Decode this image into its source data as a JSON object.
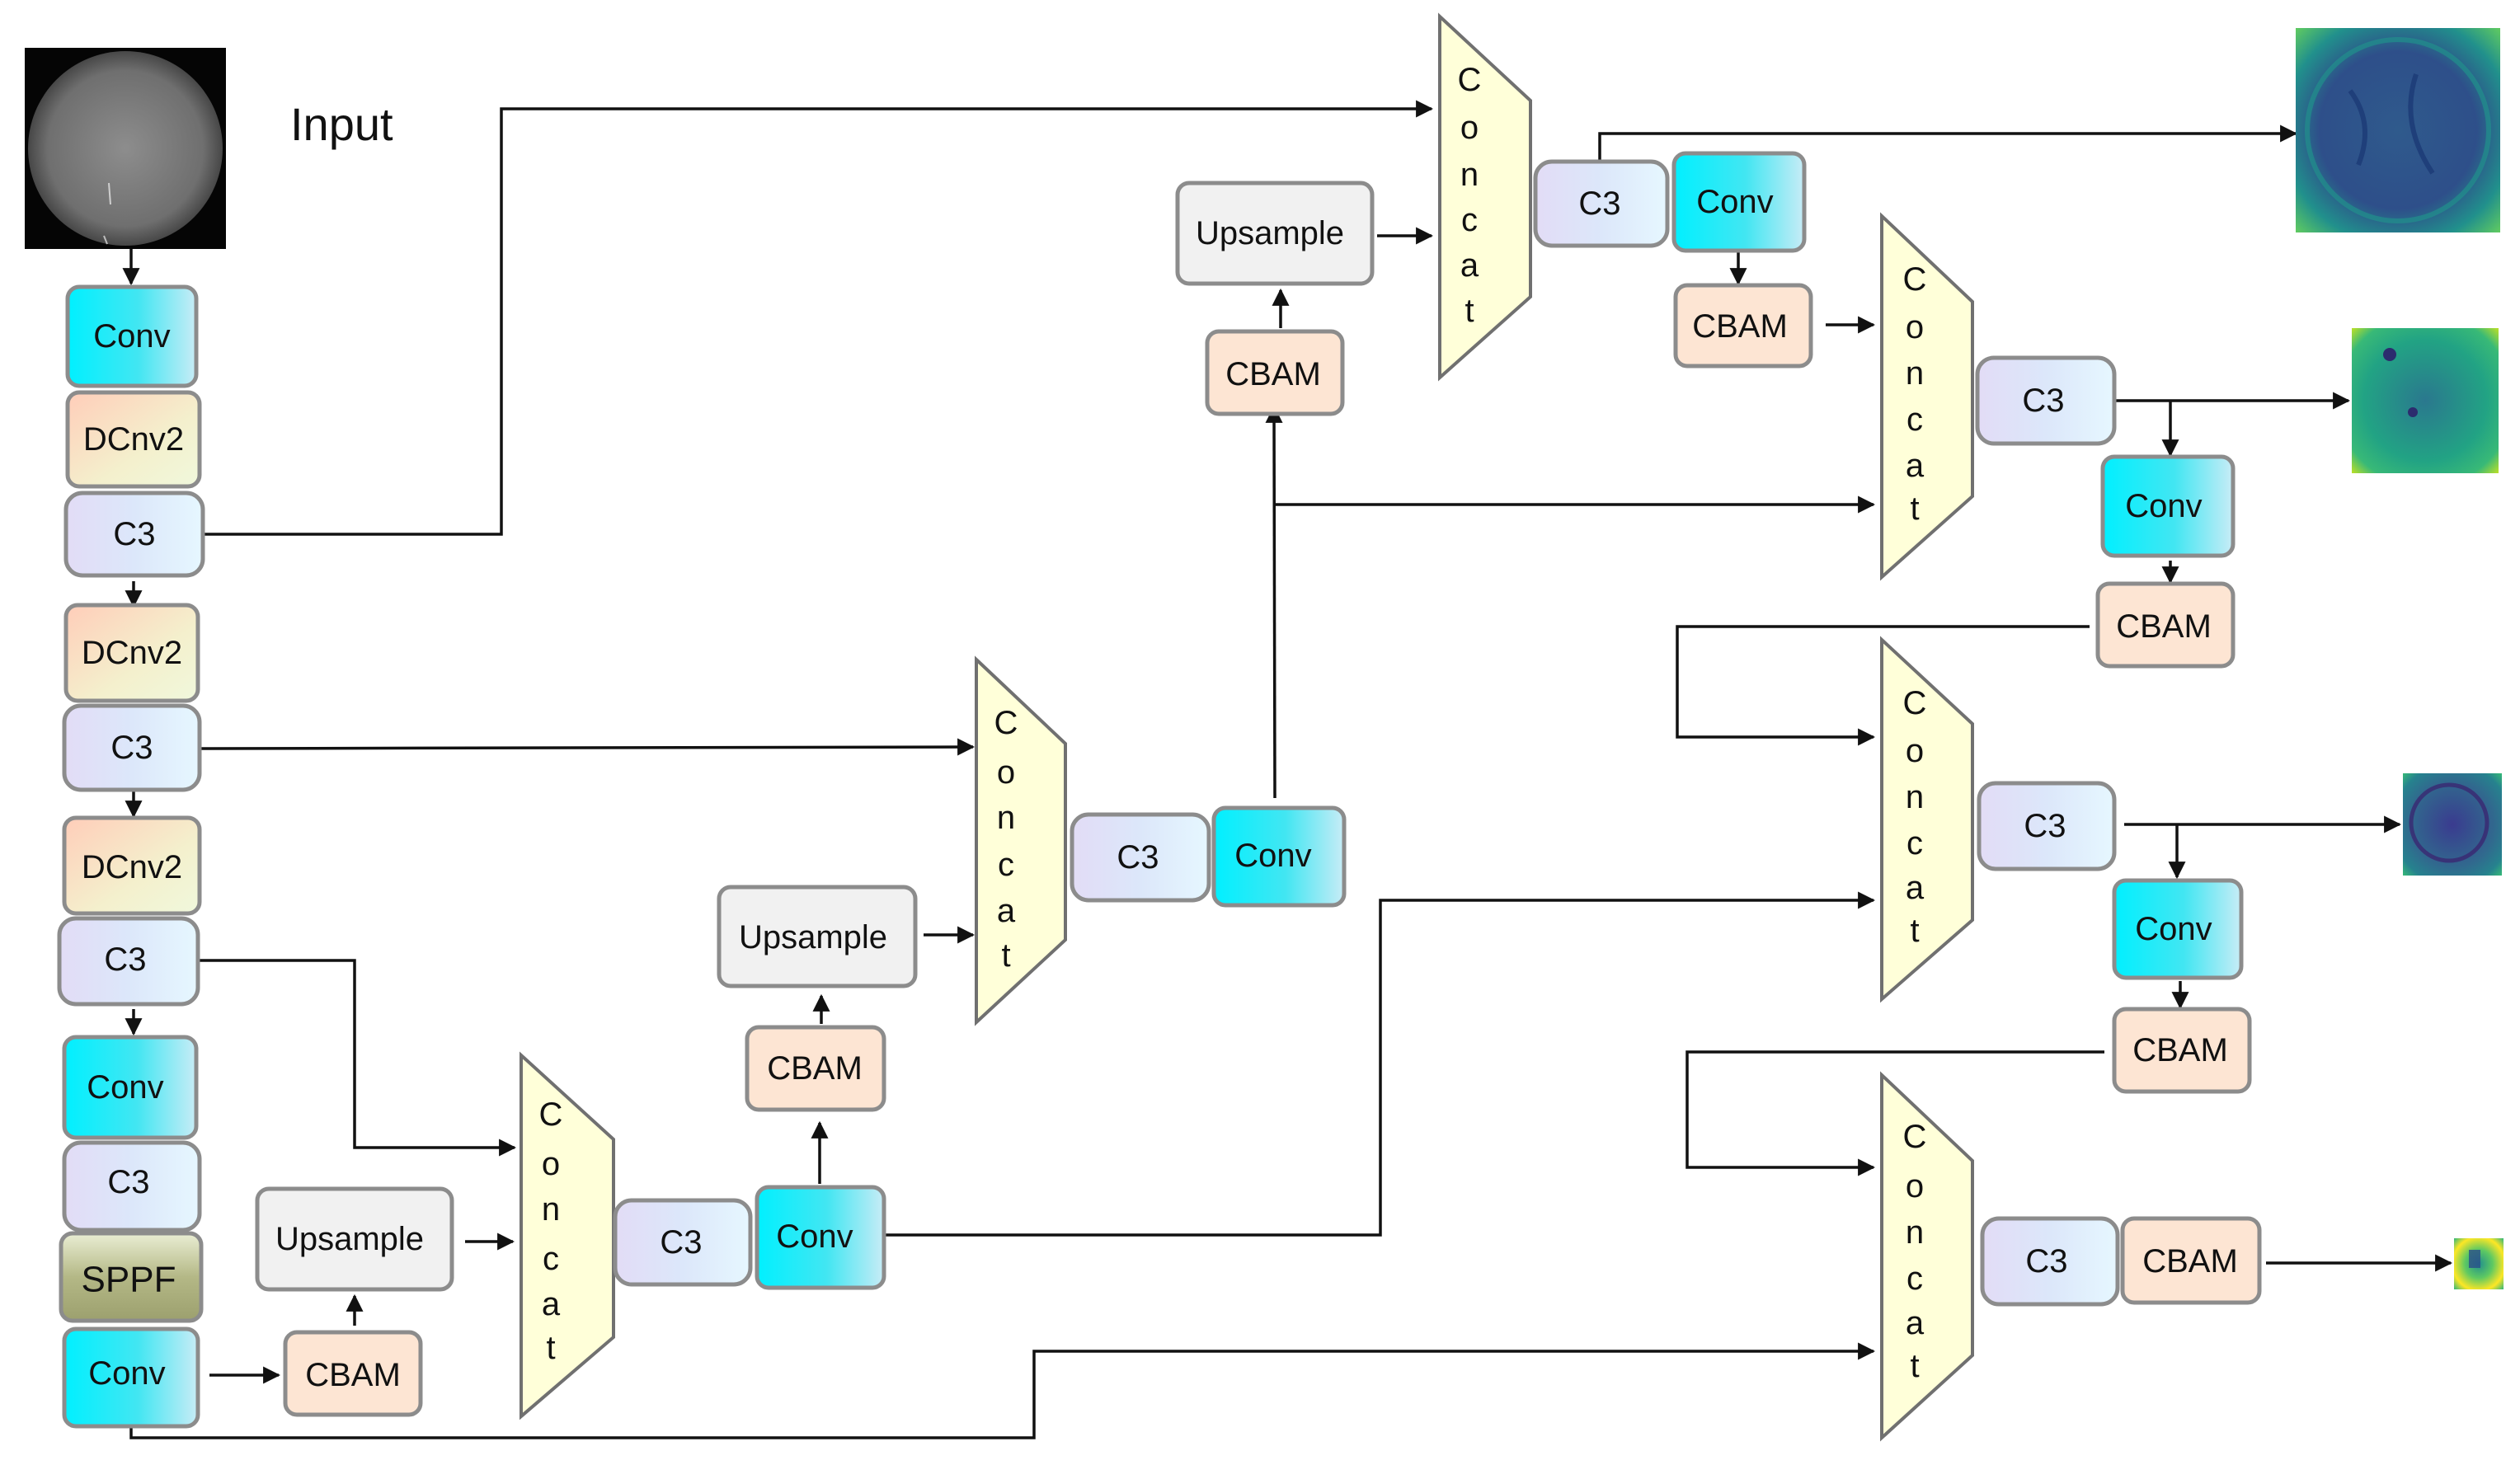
{
  "input_label": "Input",
  "blocks": {
    "conv": "Conv",
    "dcnv2": "DCnv2",
    "c3": "C3",
    "sppf": "SPPF",
    "cbam": "CBAM",
    "upsample": "Upsample",
    "concat": [
      "C",
      "o",
      "n",
      "c",
      "a",
      "t"
    ]
  },
  "colors": {
    "conv": [
      "#00f0ff",
      "#42e6f2",
      "#c8ecf6"
    ],
    "dcnv2": [
      "#ffcdb9",
      "#f4f0cd",
      "#f0f8dc"
    ],
    "c3": [
      "#e2dcf6",
      "#dce7fa",
      "#e6f7ff"
    ],
    "sppf": [
      "#eaeed4",
      "#b4b886",
      "#9ca06e"
    ],
    "cbam": "#fde5d3",
    "upsample": "#f1f1f1",
    "concat": "#ffffd9",
    "heatmap": [
      "#4a1e6e",
      "#2f5a8c",
      "#21908c",
      "#5ec962",
      "#fde725"
    ]
  }
}
